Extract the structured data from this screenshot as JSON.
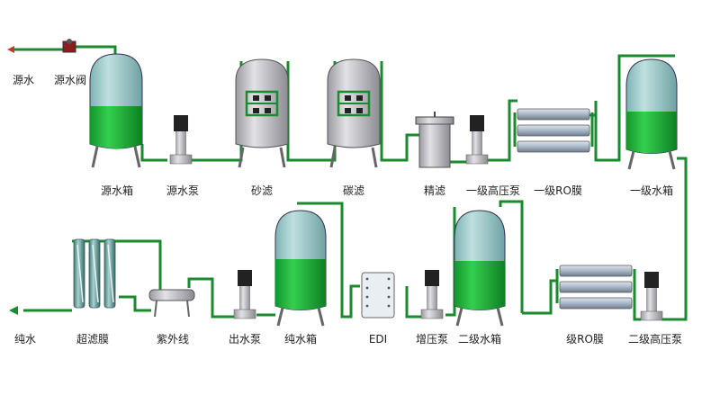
{
  "labels": {
    "source_water": "源水",
    "source_valve": "源水阀",
    "source_tank": "源水箱",
    "source_pump": "源水泵",
    "sand_filter": "砂滤",
    "carbon_filter": "碳滤",
    "fine_filter": "精滤",
    "stage1_hp_pump": "一级高压泵",
    "stage1_ro": "一级RO膜",
    "stage1_tank": "一级水箱",
    "pure_water": "纯水",
    "uf_membrane": "超滤膜",
    "uv_lamp": "紫外线",
    "outlet_pump": "出水泵",
    "pure_tank": "纯水箱",
    "edi": "EDI",
    "booster_pump": "增压泵",
    "stage2_tank": "二级水箱",
    "stage2_ro": "级RO膜",
    "stage2_hp_pump": "二级高压泵"
  },
  "colors": {
    "pipe": "#1a8a2e",
    "water": "#1fb53a",
    "tank_top": "#9cc8c8",
    "steel": "#c9c9cc",
    "arrow": "#c0392b"
  }
}
